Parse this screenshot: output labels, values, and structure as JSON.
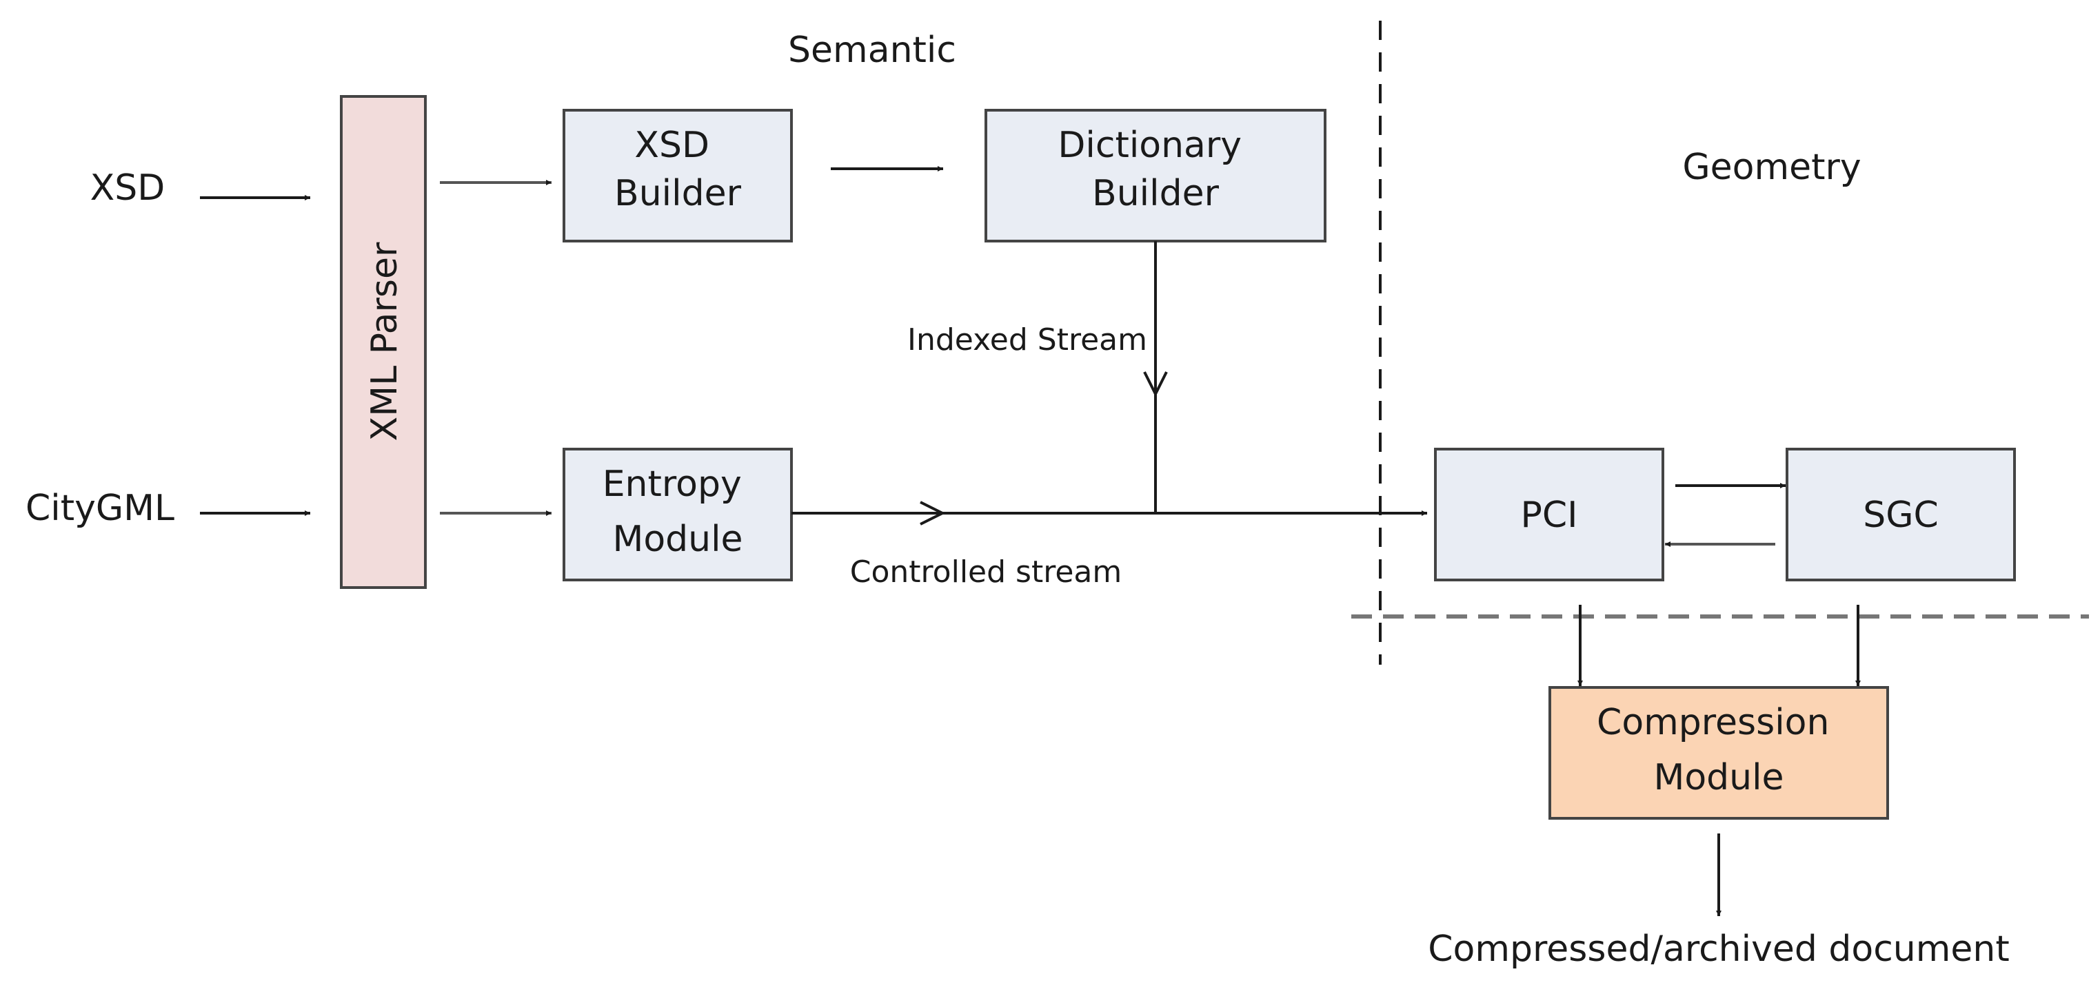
{
  "regions": {
    "semantic": "Semantic",
    "geometry": "Geometry"
  },
  "inputs": {
    "xsd": "XSD",
    "citygml": "CityGML"
  },
  "boxes": {
    "xml_parser": "XML Parser",
    "xsd_builder": [
      "XSD",
      "Builder"
    ],
    "dictionary_builder": [
      "Dictionary",
      "Builder"
    ],
    "entropy_module": [
      "Entropy",
      "Module"
    ],
    "pci": "PCI",
    "sgc": "SGC",
    "compression_module": [
      "Compression",
      "Module"
    ]
  },
  "streams": {
    "indexed": "Indexed Stream",
    "controlled": "Controlled stream"
  },
  "output": "Compressed/archived document",
  "colors": {
    "xml_parser_fill": "#f2dcdb",
    "module_fill": "#e9edf4",
    "compression_fill": "#fbd4b4"
  }
}
